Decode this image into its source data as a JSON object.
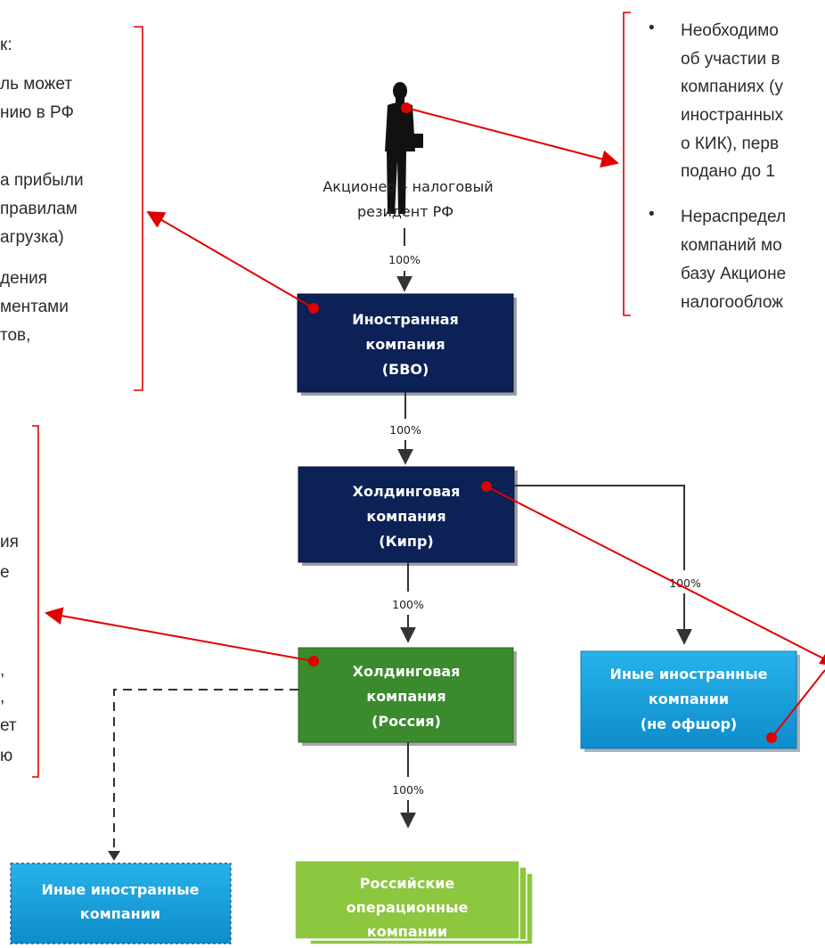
{
  "shareholder": {
    "label_line1": "Акционер – налоговый",
    "label_line2": "резидент РФ",
    "share": "100%"
  },
  "boxes": {
    "bvo": [
      "Иностранная",
      "компания",
      "(БВО)"
    ],
    "cyprus": [
      "Холдинговая",
      "компания",
      "(Кипр)"
    ],
    "russia": [
      "Холдинговая",
      "компания",
      "(Россия)"
    ],
    "other_foreign_non_offshore": [
      "Иные иностранные",
      "компании",
      "(не офшор)"
    ],
    "other_foreign": [
      "Иные иностранные",
      "компании"
    ],
    "russian_operating": [
      "Российские",
      "операционные",
      "компании"
    ]
  },
  "percentages": {
    "bvo_to_cyprus": "100%",
    "cyprus_to_russia": "100%",
    "cyprus_to_other": "100%",
    "russia_to_operating": "100%"
  },
  "left_note_top": [
    "к:",
    "ль может",
    "нию в РФ",
    "",
    "а прибыли",
    "правилам",
    "агрузка)",
    "",
    "дения",
    "ментами",
    "тов,"
  ],
  "left_note_bottom": [
    "ия",
    "е",
    ",",
    ",",
    "ет",
    "ю"
  ],
  "right_note": {
    "bullet1": [
      "Необходимо",
      "об участии в",
      "компаниях (у",
      "иностранных",
      "о КИК), перв",
      "подано до 1"
    ],
    "bullet2": [
      "Нераспредел",
      "компаний мо",
      "базу Акционе",
      "налогооблож"
    ]
  },
  "colors": {
    "dark_navy": "#0c2155",
    "green_dark": "#3b8a2e",
    "green_light": "#8dc63f",
    "sky_blue": "#1aa0dc",
    "red": "#e00000"
  }
}
